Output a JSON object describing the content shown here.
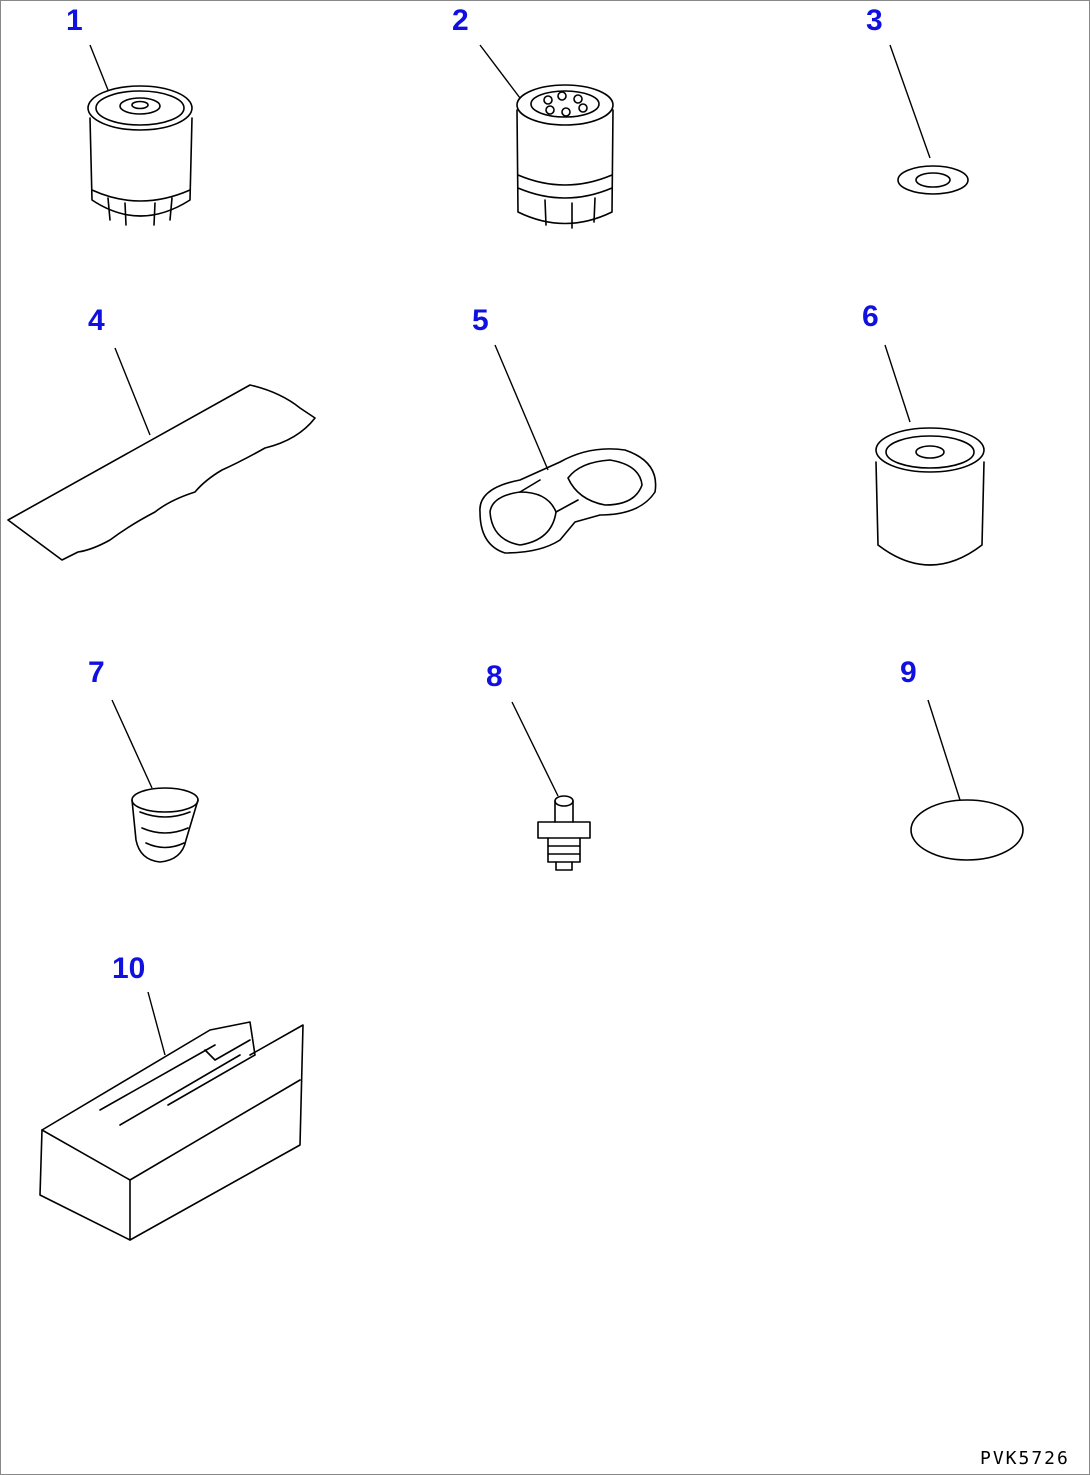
{
  "diagram": {
    "callouts": [
      "1",
      "2",
      "3",
      "4",
      "5",
      "6",
      "7",
      "8",
      "9",
      "10"
    ],
    "drawing_code": "PVK5726",
    "label_color": "#1010e0",
    "line_color": "#000000"
  }
}
